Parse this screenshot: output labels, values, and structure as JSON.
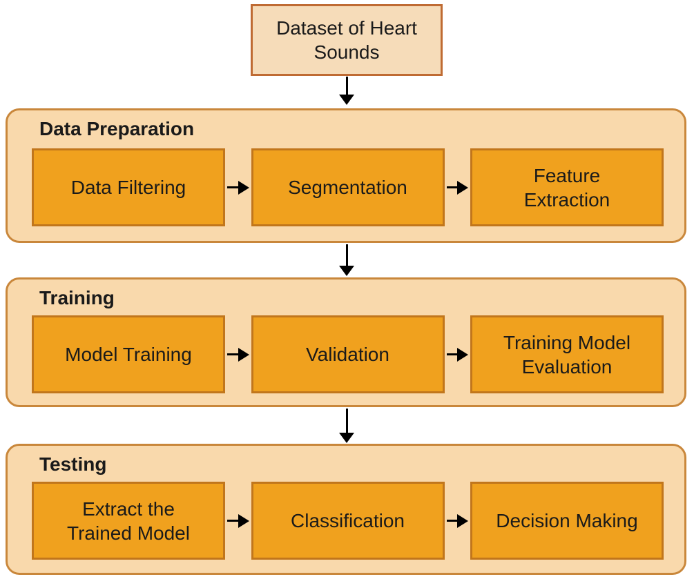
{
  "colors": {
    "background": "#ffffff",
    "section_fill": "#f9d9ac",
    "section_border": "#c9873b",
    "step_fill": "#f0a11e",
    "step_border": "#c1761c",
    "dataset_fill": "#f6dcb9",
    "dataset_border": "#bf6b33",
    "arrow": "#000000",
    "text": "#1a1a1a"
  },
  "dataset_box": {
    "label": "Dataset of Heart Sounds"
  },
  "sections": [
    {
      "id": "data-preparation",
      "label": "Data Preparation",
      "steps": [
        "Data Filtering",
        "Segmentation",
        "Feature Extraction"
      ]
    },
    {
      "id": "training",
      "label": "Training",
      "steps": [
        "Model Training",
        "Validation",
        "Training Model Evaluation"
      ]
    },
    {
      "id": "testing",
      "label": "Testing",
      "steps": [
        "Extract the Trained Model",
        "Classification",
        "Decision Making"
      ]
    }
  ]
}
